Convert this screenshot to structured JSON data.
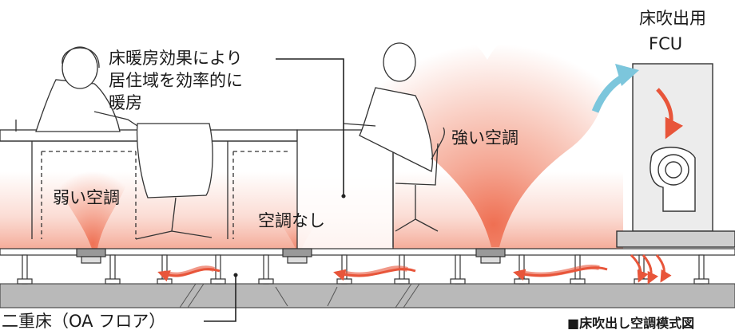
{
  "diagram": {
    "caption": "■床吹出し空調模式図",
    "fcu_label_line1": "床吹出用",
    "fcu_label_line2": "FCU",
    "effect_label_line1": "床暖房効果により",
    "effect_label_line2": "居住域を効率的に",
    "effect_label_line3": "暖房",
    "weak_label": "弱い空調",
    "none_label": "空調なし",
    "strong_label": "強い空調",
    "floor_label": "二重床（OA フロア）"
  },
  "colors": {
    "warm_glow": "#f4a08a",
    "warm_arrow": "#e8553a",
    "cool_arrow": "#7cc6dc",
    "floor_gray": "#b9b9b9",
    "line": "#333333"
  }
}
